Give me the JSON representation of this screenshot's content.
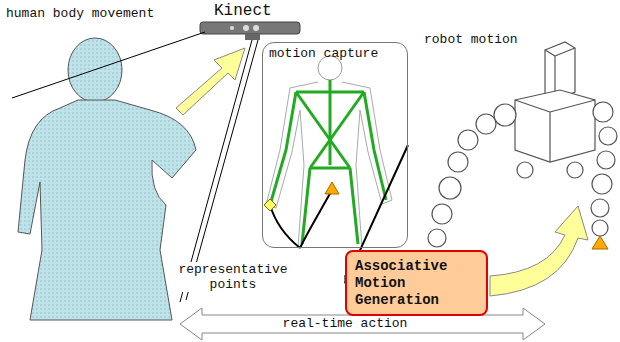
{
  "diagram": {
    "nodes": [
      {
        "text": [
          "motion capture"
        ]
      },
      {
        "text": [
          "Associative Motion Generation"
        ]
      }
    ],
    "edges": [
      {
        "from": 0,
        "to": 1,
        "arrow": "to"
      }
    ],
    "labels": [
      "human body movement",
      "Kinect",
      "robot motion",
      "representative points",
      "real-time action"
    ]
  }
}
